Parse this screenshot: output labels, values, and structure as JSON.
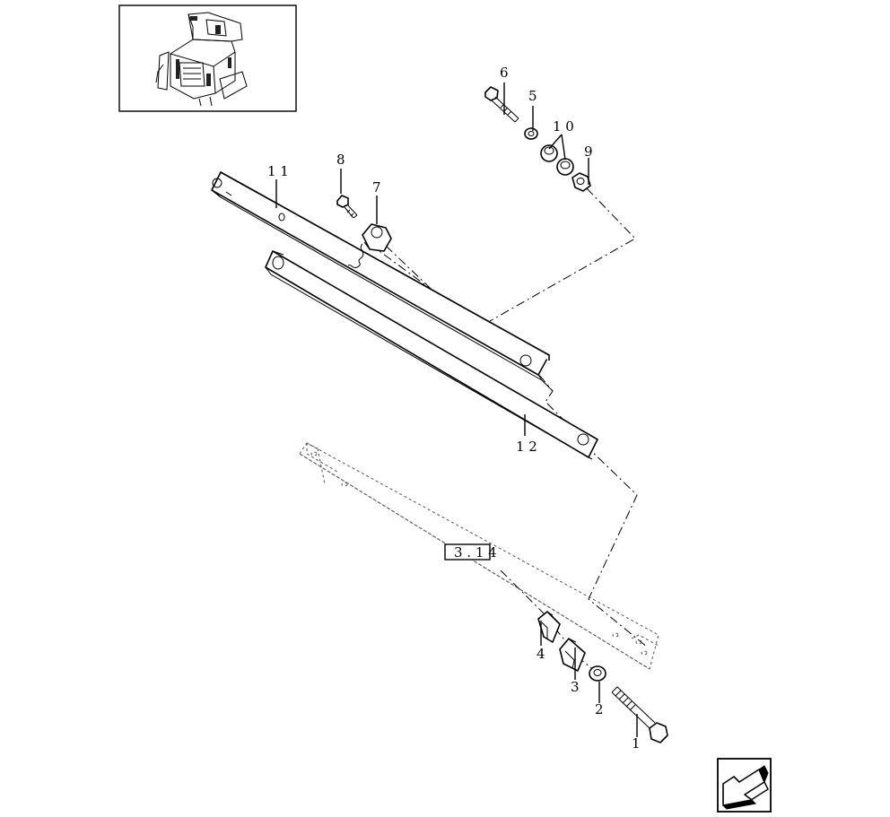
{
  "callouts": {
    "c1": "1",
    "c2": "2",
    "c3": "3",
    "c4": "4",
    "c5": "5",
    "c6": "6",
    "c7": "7",
    "c8": "8",
    "c9": "9",
    "c10": "1 0",
    "c11": "1 1",
    "c12": "1 2"
  },
  "reference_box": {
    "label": "3 . 1 4"
  },
  "icons": {
    "thumbnail": "machine-location-thumbnail-icon",
    "nav_arrow": "arrow-left-down-icon"
  }
}
